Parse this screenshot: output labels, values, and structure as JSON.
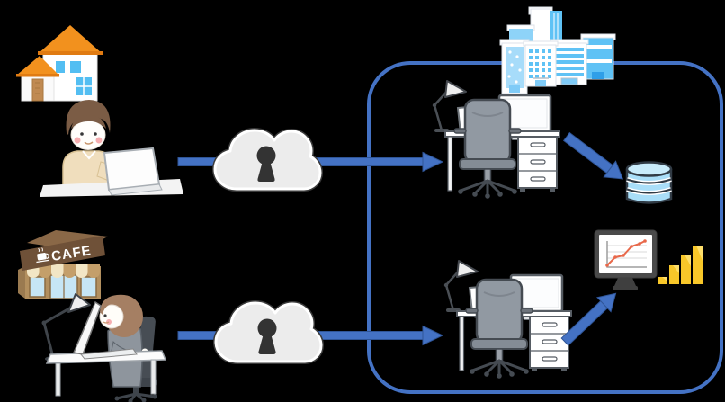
{
  "cafe_sign": {
    "text": "CAFE"
  },
  "colors": {
    "bg": "#000000",
    "arrow-blue": "#4472C4",
    "arrow-blue-dark": "#2F5597",
    "boundary-blue": "#4472C4",
    "cloud-fill": "#ECECEC",
    "cloud-outline": "#3A3A3A",
    "cloud-rim": "#FFFFFF",
    "keyhole": "#333333",
    "roof-orange": "#F2911E",
    "cafe-roof-brown": "#6F5138",
    "cafe-wall-tan": "#B3905F",
    "awning-cream": "#F2E6C5",
    "awning-tan": "#C49F6A",
    "window-blue": "#53BEF2",
    "building-blue": "#5FC2F5",
    "building-blue-light": "#A7DCFA",
    "database-fill": "#A9DEF8",
    "database-top": "#C9ECFB",
    "monitor-frame": "#4A4A4A",
    "chart-line": "#E8684A",
    "bar-yellow": "#F8C729",
    "bar-yellow-light": "#FFDF6B"
  },
  "chart": {
    "line_points": "675,295 684,286 693,284 702,274 711,271 717,268"
  },
  "bars": [
    {
      "y": "308",
      "h": "8"
    },
    {
      "y": "295",
      "h": "21"
    },
    {
      "y": "283",
      "h": "33"
    },
    {
      "y": "273",
      "h": "43"
    }
  ],
  "database": {
    "discs": 3
  },
  "icons": {
    "house-icon": "detached house with orange roof",
    "home-worker-icon": "boy working on a laptop",
    "cafe-icon": "coffee shop storefront",
    "coffee-cup-icon": "white coffee cup with steam",
    "cafe-worker-icon": "woman working on a laptop at a desk",
    "desk-lamp-icon": "articulated desk lamp",
    "vpn-cloud-icon": "cloud with keyhole (secure connection)",
    "keyhole-icon": "keyhole",
    "office-boundary": "blue rounded rectangle (office network)",
    "office-buildings-icon": "office building cluster",
    "office-desk-icon": "office desk with chair, laptop, monitor, drawers",
    "arrow-right-icon": "blue right arrow",
    "arrow-diagonal-icon": "blue diagonal arrow",
    "database-icon": "blue database cylinder",
    "line-chart-monitor-icon": "monitor with rising line chart",
    "bar-chart-icon": "rising yellow bar chart"
  }
}
